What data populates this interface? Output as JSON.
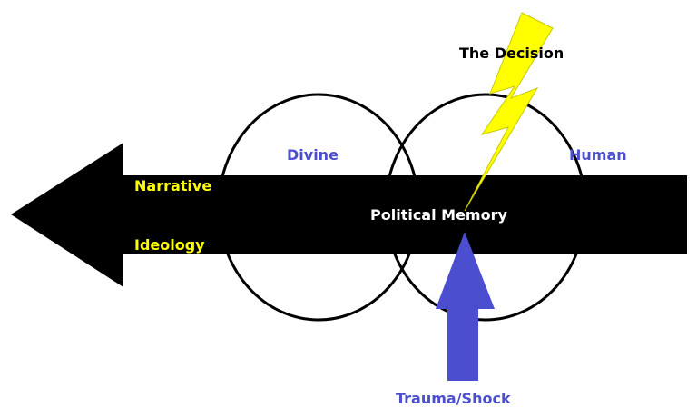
{
  "diagram": {
    "labels": {
      "decision": "The Decision",
      "divine": "Divine",
      "human": "Human",
      "narrative": "Narrative",
      "ideology": "Ideology",
      "political_memory": "Political Memory",
      "trauma": "Trauma/Shock"
    },
    "colors": {
      "background": "#ffffff",
      "circle_stroke": "#000000",
      "arrow_fill": "#000000",
      "lightning_fill": "#ffff00",
      "lightning_stroke": "#c9c900",
      "trauma_arrow_fill": "#4b4fcf",
      "title_text": "#000000",
      "circle_label_text": "#4b4fcf",
      "arrow_label_text": "#ffff00",
      "center_label_text": "#ffffff",
      "trauma_label_text": "#4b4fcf"
    }
  }
}
